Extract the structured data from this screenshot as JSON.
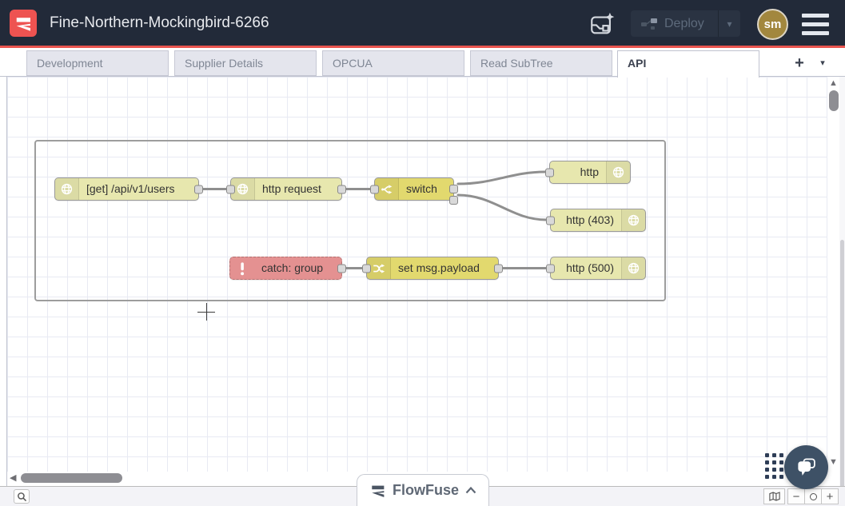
{
  "header": {
    "title": "Fine-Northern-Mockingbird-6266",
    "deploy": {
      "label": "Deploy",
      "enabled": false
    },
    "avatar_initials": "sm",
    "accent_color": "#e9544f",
    "background_color": "#222a39"
  },
  "tabs": {
    "items": [
      {
        "label": "Development",
        "active": false
      },
      {
        "label": "Supplier Details",
        "active": false
      },
      {
        "label": "OPCUA",
        "active": false
      },
      {
        "label": "Read SubTree",
        "active": false
      },
      {
        "label": "API",
        "active": true
      }
    ],
    "add_button": "+",
    "menu_caret": "▾"
  },
  "flow": {
    "nodes": [
      {
        "label": "[get] /api/v1/users",
        "type": "http in",
        "color": "#e7e7ae",
        "icon": "globe-icon",
        "icon_side": "left"
      },
      {
        "label": "http request",
        "type": "http request",
        "color": "#e7e7ae",
        "icon": "globe-icon",
        "icon_side": "left"
      },
      {
        "label": "switch",
        "type": "switch",
        "color": "#e2d96e",
        "icon": "switch-icon",
        "icon_side": "left",
        "outputs": 2
      },
      {
        "label": "http",
        "type": "http response",
        "color": "#e7e7ae",
        "icon": "globe-icon",
        "icon_side": "right"
      },
      {
        "label": "http (403)",
        "type": "http response",
        "color": "#e7e7ae",
        "icon": "globe-icon",
        "icon_side": "right"
      },
      {
        "label": "catch: group",
        "type": "catch",
        "color": "#e49191",
        "icon": "exclamation-icon",
        "icon_side": "left"
      },
      {
        "label": "set msg.payload",
        "type": "change",
        "color": "#e2d96e",
        "icon": "shuffle-icon",
        "icon_side": "left"
      },
      {
        "label": "http (500)",
        "type": "http response",
        "color": "#e7e7ae",
        "icon": "globe-icon",
        "icon_side": "right"
      }
    ],
    "wires": [
      [
        0,
        1
      ],
      [
        1,
        2
      ],
      [
        2,
        3
      ],
      [
        2,
        4
      ],
      [
        5,
        6
      ],
      [
        6,
        7
      ]
    ]
  },
  "footer": {
    "brand": "FlowFuse",
    "zoom_out": "−",
    "zoom_in": "+"
  },
  "icons": {
    "deploy_caret": "▾",
    "scroll_up": "▲",
    "scroll_down": "▼",
    "scroll_left": "◀"
  }
}
